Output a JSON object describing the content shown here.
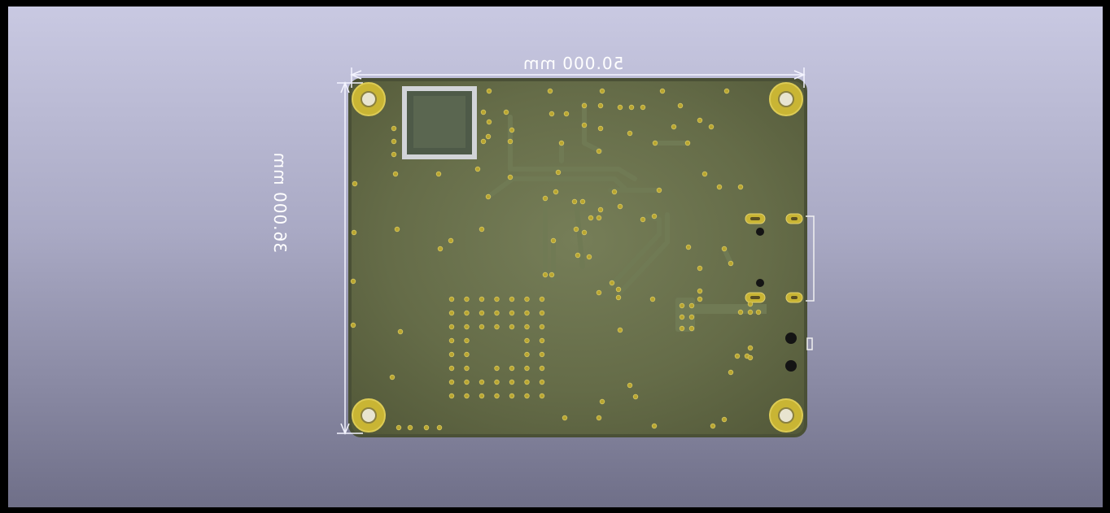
{
  "viewer": {
    "title": "PCB 3D viewer - bottom view",
    "background_top": "#c9c9e2",
    "background_bottom": "#6f6f88"
  },
  "board": {
    "soldermask_color": "#646b48",
    "pad_color": "#c4b23c",
    "dimension_width_text": "50.000 mm",
    "dimension_height_text": "36.000 mm"
  }
}
